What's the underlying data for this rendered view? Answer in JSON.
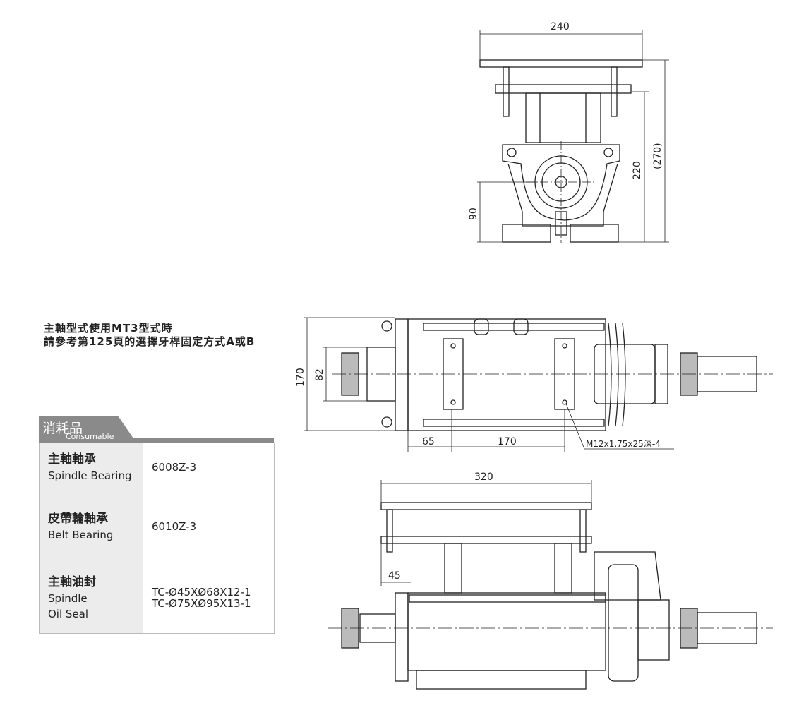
{
  "note": {
    "line1": "主軸型式使用MT3型式時",
    "line2": "請參考第125頁的選擇牙桿固定方式A或B"
  },
  "consumable": {
    "title_zh": "消耗品",
    "title_en": "Consumable",
    "rows": [
      {
        "zh": "主軸軸承",
        "en": "Spindle Bearing",
        "value": "6008Z-3"
      },
      {
        "zh": "皮帶輪軸承",
        "en": "Belt Bearing",
        "value": "6010Z-3"
      },
      {
        "zh": "主軸油封",
        "en1": "Spindle",
        "en2": "Oil Seal",
        "value1": "TC-Ø45XØ68X12-1",
        "value2": "TC-Ø75XØ95X13-1"
      }
    ]
  },
  "dimensions": {
    "front_width": "240",
    "front_height": "220",
    "front_total": "(270)",
    "front_center": "90",
    "top_width": "170",
    "top_inner": "82",
    "top_offset": "65",
    "top_spacing": "170",
    "thread_callout": "M12x1.75x25深-4",
    "side_length": "320",
    "side_offset": "45"
  }
}
